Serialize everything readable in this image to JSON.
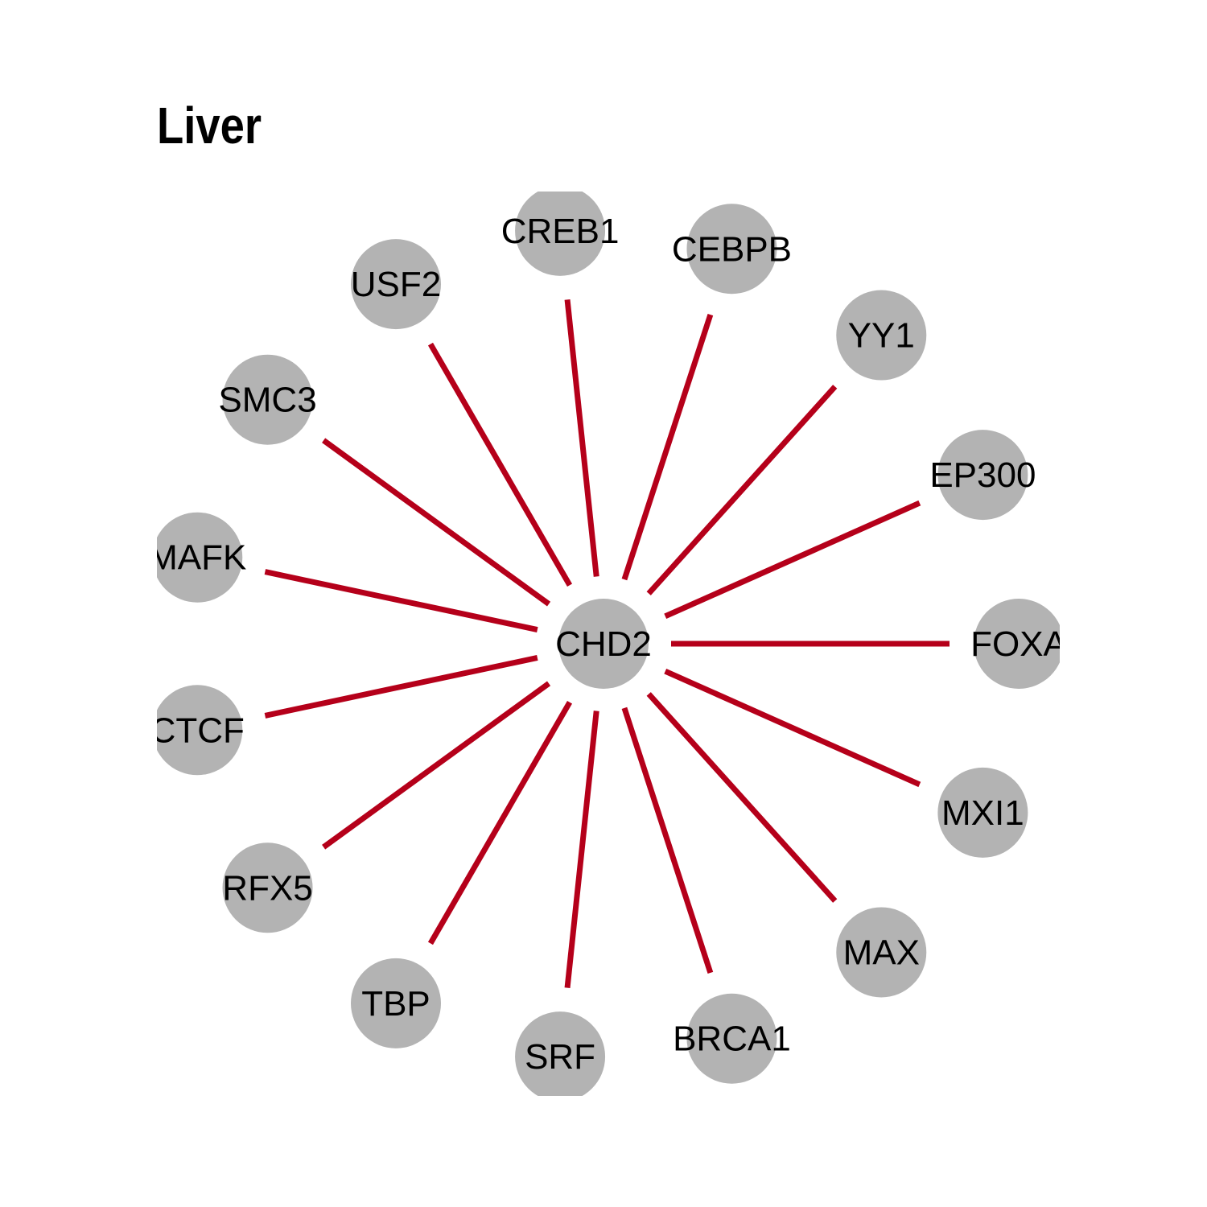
{
  "title": "Liver",
  "colors": {
    "edge": "#b5001a",
    "node": "#b3b3b3",
    "label": "#000000",
    "background": "#ffffff"
  },
  "network": {
    "center": "CHD2",
    "nodes": [
      "CREB1",
      "CEBPB",
      "YY1",
      "EP300",
      "FOXA",
      "MXI1",
      "MAX",
      "BRCA1",
      "SRF",
      "TBP",
      "RFX5",
      "CTCF",
      "MAFK",
      "SMC3",
      "USF2"
    ]
  }
}
